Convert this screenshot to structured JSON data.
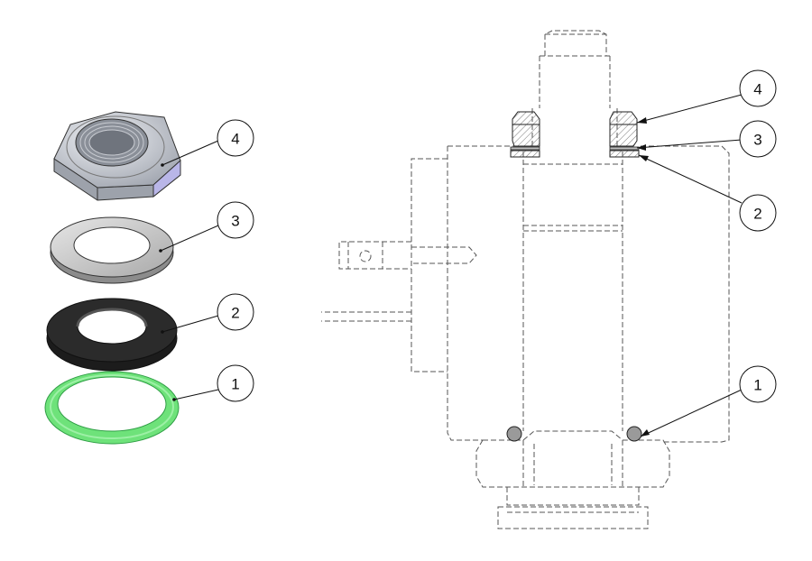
{
  "callouts": {
    "left_nut": "4",
    "left_washer": "3",
    "left_gasket": "2",
    "left_oring": "1",
    "right_nut": "4",
    "right_washer": "3",
    "right_gasket": "2",
    "right_oring": "1"
  },
  "colors": {
    "oring": "#6ee27a",
    "oring_dark": "#2f9e45",
    "gasket": "#2b2b2b",
    "washer": "#c9c9c9",
    "nut": "#c8ccd6",
    "nut_accent": "#b9b6e8",
    "section_hatch": "#9a9a9a"
  }
}
